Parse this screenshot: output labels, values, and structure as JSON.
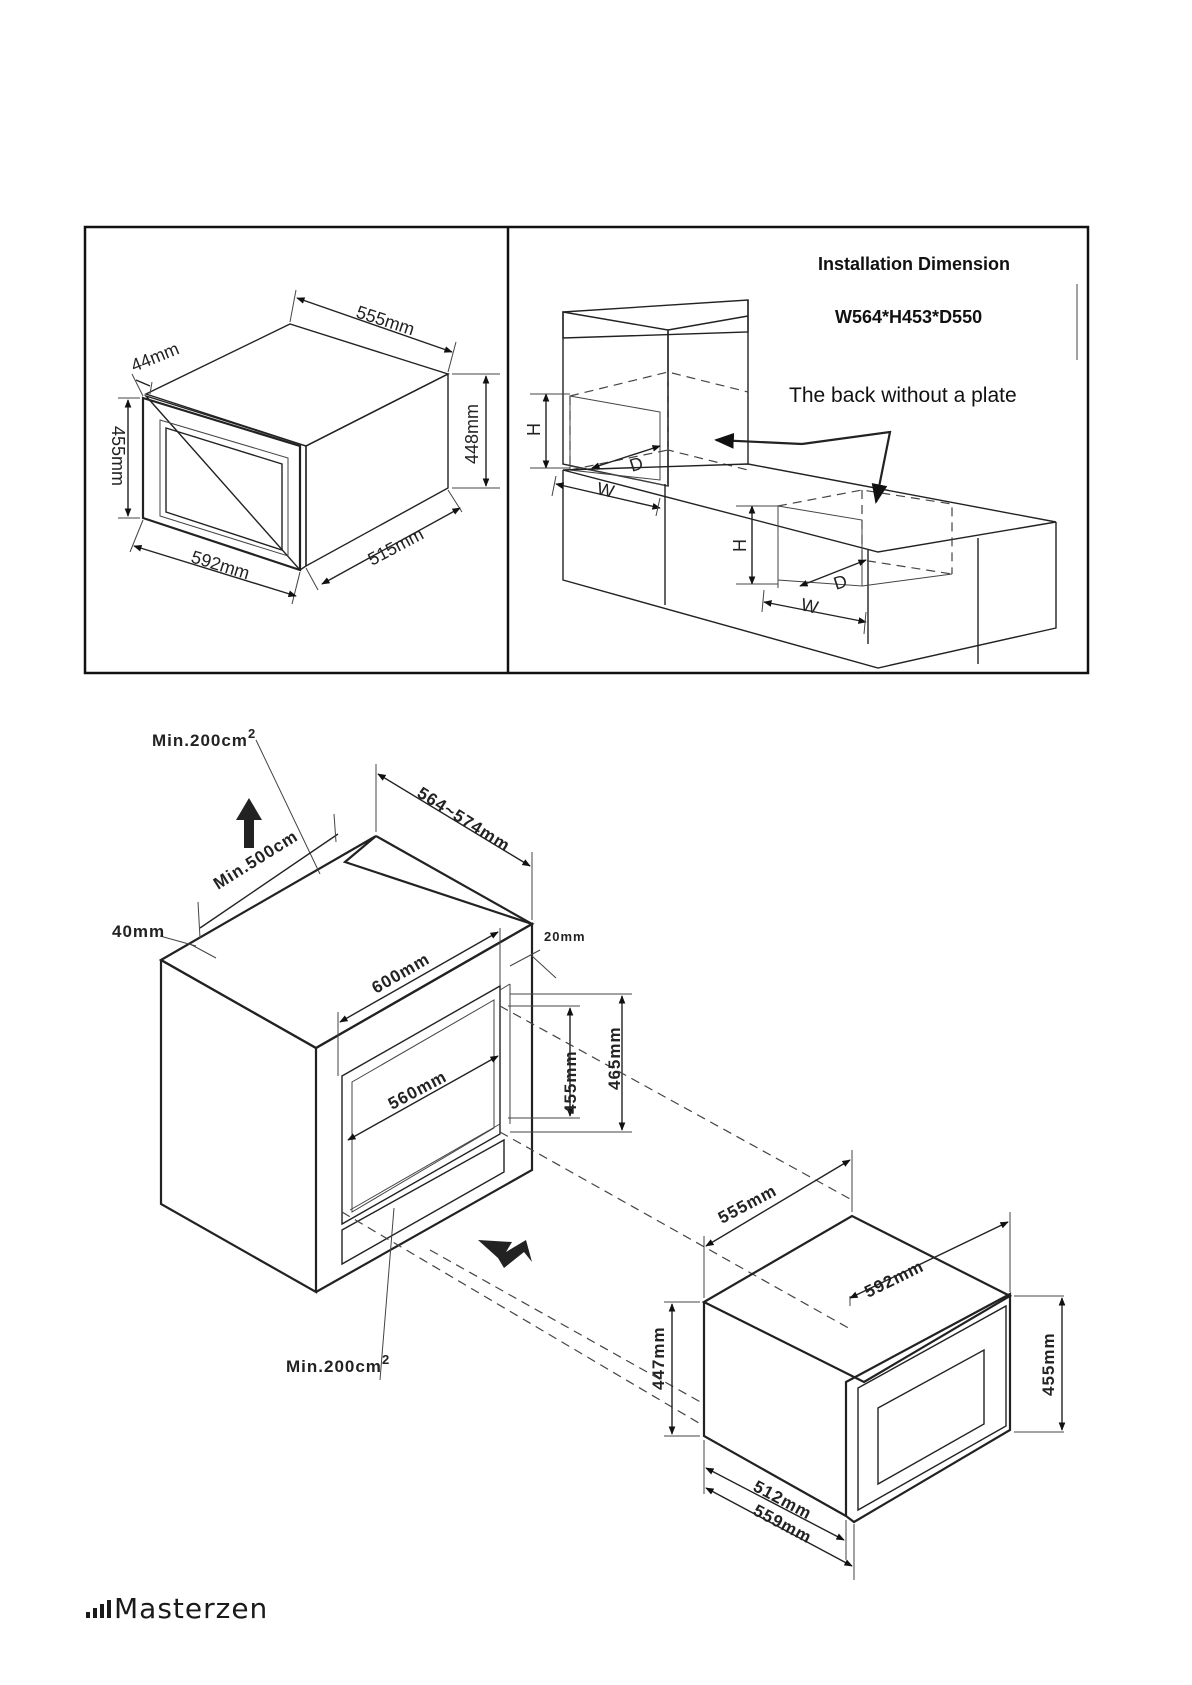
{
  "top_left": {
    "labels": {
      "depth_top": "555mm",
      "door": "44mm",
      "height_front": "455mm",
      "height_side": "448mm",
      "width_front": "592mm",
      "depth_bottom": "515mm"
    }
  },
  "top_right": {
    "title": "Installation Dimension",
    "dimension": "W564*H453*D550",
    "note": "The back without a plate",
    "letters": {
      "h": "H",
      "d": "D",
      "w": "W"
    }
  },
  "bottom": {
    "vent_top": "Min.200cm",
    "vent_bottom": "Min.200cm",
    "sup": "2",
    "min_500": "Min.500cm",
    "gap_40": "40mm",
    "width_range": "564~574mm",
    "gap_20": "20mm",
    "width_600": "600mm",
    "width_560": "560mm",
    "height_455": "455mm",
    "height_465": "465mm",
    "unit_depth": "555mm",
    "unit_width": "592mm",
    "unit_height_side": "447mm",
    "unit_height_front": "455mm",
    "unit_depth_512": "512mm",
    "unit_depth_559": "559mm"
  },
  "brand": {
    "name": "Masterzen"
  }
}
